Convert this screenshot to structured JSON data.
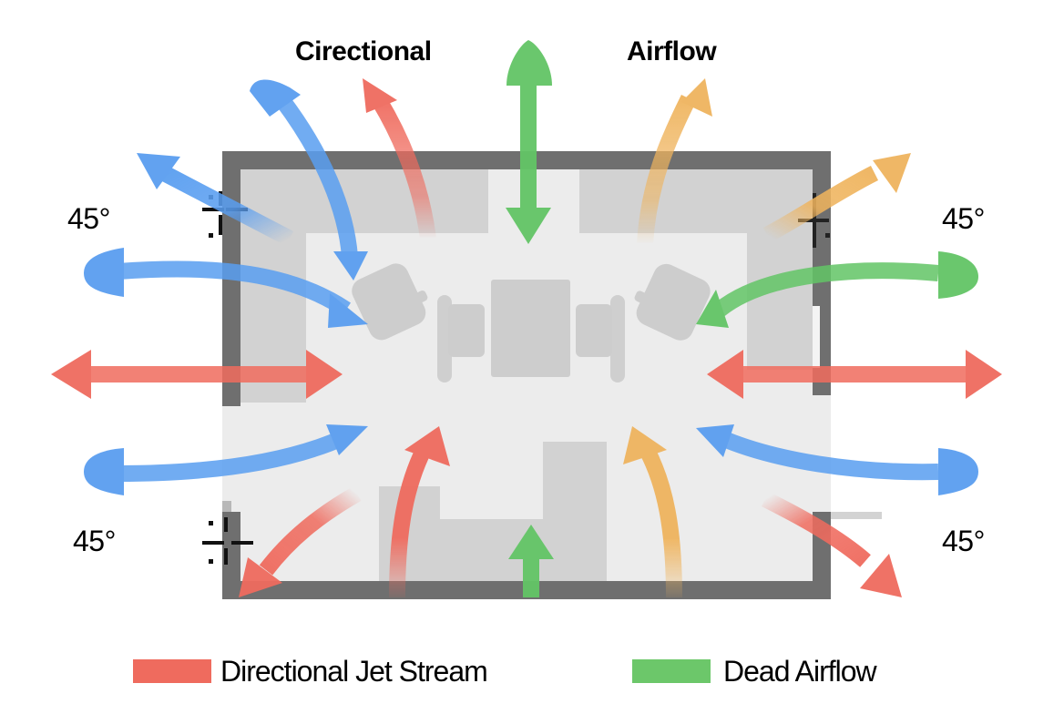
{
  "title": {
    "left": "Cirectional",
    "right": "Airflow"
  },
  "angle_labels": {
    "top_left": "45°",
    "top_right": "45°",
    "bottom_left": "45°",
    "bottom_right": "45°"
  },
  "legend": [
    {
      "label": "Directional Jet Stream",
      "color": "#ef6b5e"
    },
    {
      "label": "Dead Airflow",
      "color": "#6cc76a"
    }
  ],
  "colors": {
    "red": "#ef6b5e",
    "blue": "#5a9ef0",
    "green": "#63c466",
    "orange": "#efb45e",
    "wall": "#6f6f6f",
    "floor": "#ececec",
    "furniture": "#cdcdcd"
  },
  "room": {
    "furniture": [
      "armchair-left",
      "side-chair-left",
      "table",
      "side-chair-right",
      "armchair-right",
      "cabinet-top-left",
      "cabinet-top-right",
      "cabinet-left",
      "cabinet-right",
      "l-shaped-desk",
      "tall-cabinet-bottom"
    ]
  },
  "arrows": [
    {
      "id": "blue-top-curve",
      "color": "blue",
      "direction": "inward"
    },
    {
      "id": "red-top",
      "color": "red",
      "direction": "outward"
    },
    {
      "id": "green-top",
      "color": "green",
      "direction": "bidirectional"
    },
    {
      "id": "orange-top",
      "color": "orange",
      "direction": "outward"
    },
    {
      "id": "blue-top-left-diag",
      "color": "blue",
      "direction": "outward"
    },
    {
      "id": "orange-top-right-diag",
      "color": "orange",
      "direction": "outward"
    },
    {
      "id": "blue-left-upper",
      "color": "blue",
      "direction": "bidirectional"
    },
    {
      "id": "green-right-upper",
      "color": "green",
      "direction": "bidirectional"
    },
    {
      "id": "red-left-middle",
      "color": "red",
      "direction": "bidirectional"
    },
    {
      "id": "red-right-middle",
      "color": "red",
      "direction": "bidirectional"
    },
    {
      "id": "blue-left-lower",
      "color": "blue",
      "direction": "bidirectional"
    },
    {
      "id": "blue-right-lower",
      "color": "blue",
      "direction": "bidirectional"
    },
    {
      "id": "red-bottom-left-diag",
      "color": "red",
      "direction": "outward"
    },
    {
      "id": "red-bottom-right-diag",
      "color": "red",
      "direction": "outward"
    },
    {
      "id": "red-bottom",
      "color": "red",
      "direction": "inward"
    },
    {
      "id": "green-bottom",
      "color": "green",
      "direction": "inward"
    },
    {
      "id": "orange-bottom",
      "color": "orange",
      "direction": "inward"
    }
  ]
}
